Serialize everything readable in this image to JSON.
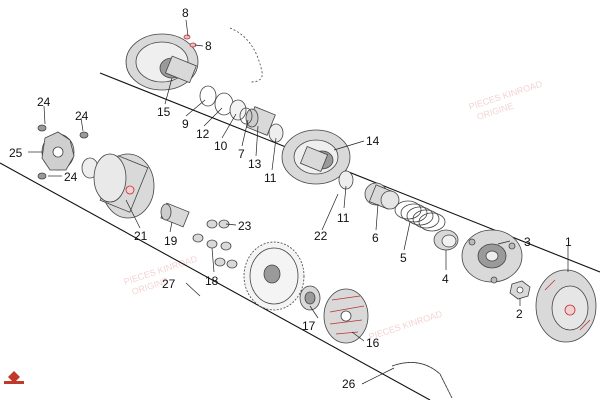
{
  "callouts": {
    "c1": "1",
    "c2": "2",
    "c3": "3",
    "c4": "4",
    "c5": "5",
    "c6": "6",
    "c7": "7",
    "c8a": "8",
    "c8b": "8",
    "c9": "9",
    "c10": "10",
    "c11a": "11",
    "c11b": "11",
    "c12": "12",
    "c13": "13",
    "c14": "14",
    "c15": "15",
    "c16": "16",
    "c17": "17",
    "c18": "18",
    "c19": "19",
    "c21": "21",
    "c22": "22",
    "c23": "23",
    "c24a": "24",
    "c24b": "24",
    "c24c": "24",
    "c25": "25",
    "c26": "26",
    "c27": "27"
  },
  "watermark": {
    "line1": "PIECES KINROAD",
    "line2": "ORIGINE"
  },
  "colors": {
    "line": "#222222",
    "part_fill": "#d9d9d9",
    "part_dark": "#9a9a9a",
    "accent": "#b33333",
    "watermark": "#e9b0b0"
  }
}
